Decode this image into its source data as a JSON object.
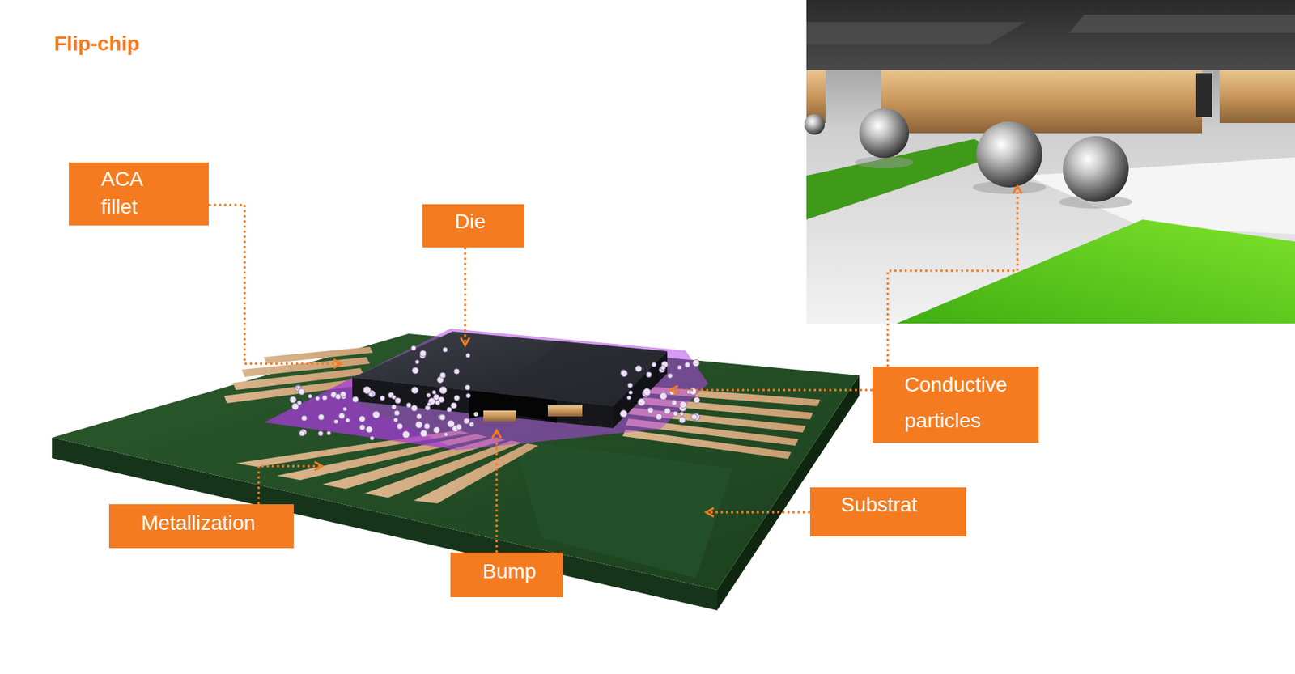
{
  "diagram": {
    "title": "Flip-chip",
    "nodes": [
      {
        "text": [
          "ACA fillet"
        ]
      },
      {
        "text": [
          "Die"
        ]
      },
      {
        "text": [
          "Conductive particles"
        ]
      },
      {
        "text": [
          "Substrat"
        ]
      },
      {
        "text": [
          "Metallization"
        ]
      },
      {
        "text": [
          "Bump"
        ]
      }
    ]
  }
}
